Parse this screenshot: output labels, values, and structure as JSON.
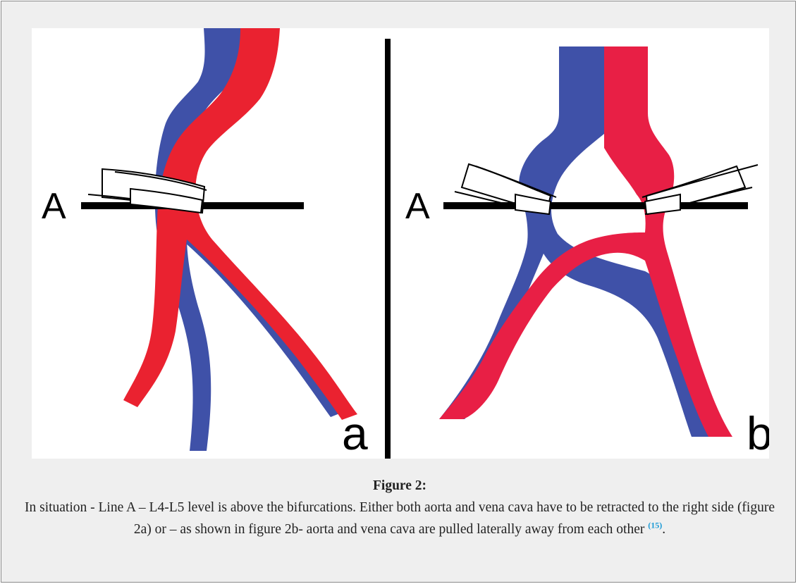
{
  "figure": {
    "labels": {
      "line_label_a": "A",
      "line_label_b": "A",
      "panel_a": "a",
      "panel_b": "b"
    },
    "colors": {
      "vena_cava": "#3f51a8",
      "aorta_a": "#ea2230",
      "aorta_b": "#e81f45",
      "line": "#000000",
      "retractor_fill": "#ffffff"
    }
  },
  "caption": {
    "title": "Figure 2:",
    "text": "In situation - Line A – L4-L5 level is above the bifurcations.  Either both aorta and vena cava have to be retracted to the right side (figure 2a) or – as shown in figure 2b- aorta and vena cava are pulled laterally away from each other",
    "citation": "(15)",
    "end": "."
  }
}
